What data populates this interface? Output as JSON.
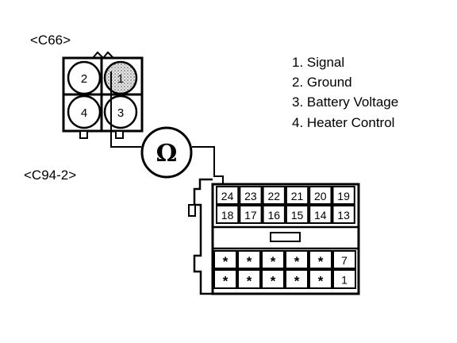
{
  "connectors": {
    "c66": {
      "label": "<C66>",
      "pins": [
        "1",
        "2",
        "3",
        "4"
      ]
    },
    "c94": {
      "label": "<C94-2>"
    }
  },
  "meter": {
    "symbol": "Ω",
    "name": "ohmmeter"
  },
  "legend": [
    "1. Signal",
    "2. Ground",
    "3. Battery Voltage",
    "4. Heater Control"
  ],
  "c94_pins": {
    "row1": [
      "24",
      "23",
      "22",
      "21",
      "20",
      "19"
    ],
    "row2": [
      "18",
      "17",
      "16",
      "15",
      "14",
      "13"
    ],
    "row3": [
      "*",
      "*",
      "*",
      "*",
      "*",
      "7"
    ],
    "row4": [
      "*",
      "*",
      "*",
      "*",
      "*",
      "1"
    ]
  }
}
